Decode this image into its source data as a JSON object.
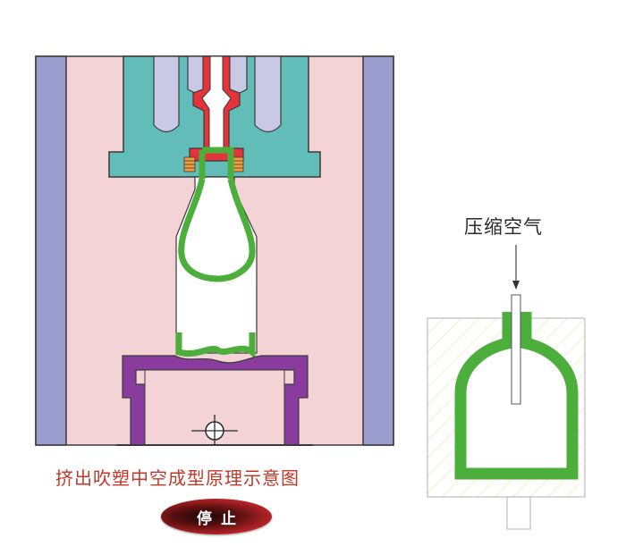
{
  "caption": "挤出吹塑中空成型原理示意图",
  "air_label": "压缩空气",
  "stop_button_label": "停止",
  "colors": {
    "mold": "#f3d3d6",
    "side_plate": "#9a9ccd",
    "die_head": "#62bdb8",
    "lavender": "#c9c9e6",
    "hot_red": "#e5333a",
    "parison": "#4caf3c",
    "base": "#8a3b9e",
    "stop_button": "#c0262b"
  }
}
